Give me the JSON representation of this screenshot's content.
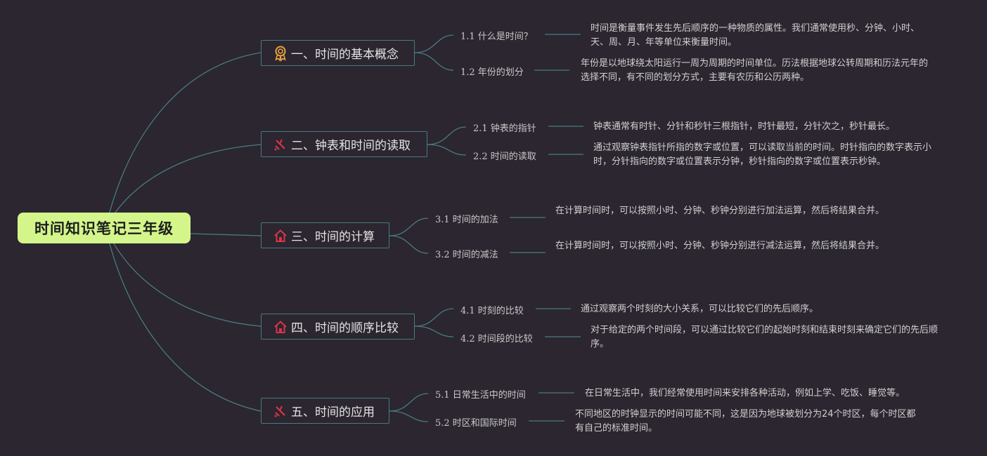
{
  "root": {
    "label": "时间知识笔记三年级"
  },
  "colors": {
    "background": "#2b2630",
    "root_fill": "#d3f58a",
    "connector": "#4a7b80",
    "icon_orange": "#e8a33a",
    "icon_red": "#d9344a"
  },
  "branches": [
    {
      "label": "一、时间的基本概念",
      "icon": "award-icon",
      "subs": [
        {
          "label": "1.1 什么是时间？",
          "note": "时间是衡量事件发生先后顺序的一种物质的属性。我们通常使用秒、分钟、小时、天、周、月、年等单位来衡量时间。"
        },
        {
          "label": "1.2 年份的划分",
          "note": "年份是以地球绕太阳运行一周为周期的时间单位。历法根据地球公转周期和历法元年的选择不同，有不同的划分方式，主要有农历和公历两种。"
        }
      ]
    },
    {
      "label": "二、钟表和时间的读取",
      "icon": "tools-icon",
      "subs": [
        {
          "label": "2.1 钟表的指针",
          "note": "钟表通常有时针、分针和秒针三根指针，时针最短，分针次之，秒针最长。"
        },
        {
          "label": "2.2 时间的读取",
          "note": "通过观察钟表指针所指的数字或位置，可以读取当前的时间。时针指向的数字表示小时，分针指向的数字或位置表示分钟，秒针指向的数字或位置表示秒钟。"
        }
      ]
    },
    {
      "label": "三、时间的计算",
      "icon": "home-icon",
      "subs": [
        {
          "label": "3.1 时间的加法",
          "note": "在计算时间时，可以按照小时、分钟、秒钟分别进行加法运算，然后将结果合并。"
        },
        {
          "label": "3.2 时间的减法",
          "note": "在计算时间时，可以按照小时、分钟、秒钟分别进行减法运算，然后将结果合并。"
        }
      ]
    },
    {
      "label": "四、时间的顺序比较",
      "icon": "home-icon",
      "subs": [
        {
          "label": "4.1 时刻的比较",
          "note": "通过观察两个时刻的大小关系，可以比较它们的先后顺序。"
        },
        {
          "label": "4.2 时间段的比较",
          "note": "对于给定的两个时间段，可以通过比较它们的起始时刻和结束时刻来确定它们的先后顺序。"
        }
      ]
    },
    {
      "label": "五、时间的应用",
      "icon": "tools-icon",
      "subs": [
        {
          "label": "5.1 日常生活中的时间",
          "note": "在日常生活中，我们经常使用时间来安排各种活动，例如上学、吃饭、睡觉等。"
        },
        {
          "label": "5.2 时区和国际时间",
          "note": "不同地区的时钟显示的时间可能不同，这是因为地球被划分为24个时区，每个时区都有自己的标准时间。"
        }
      ]
    }
  ]
}
